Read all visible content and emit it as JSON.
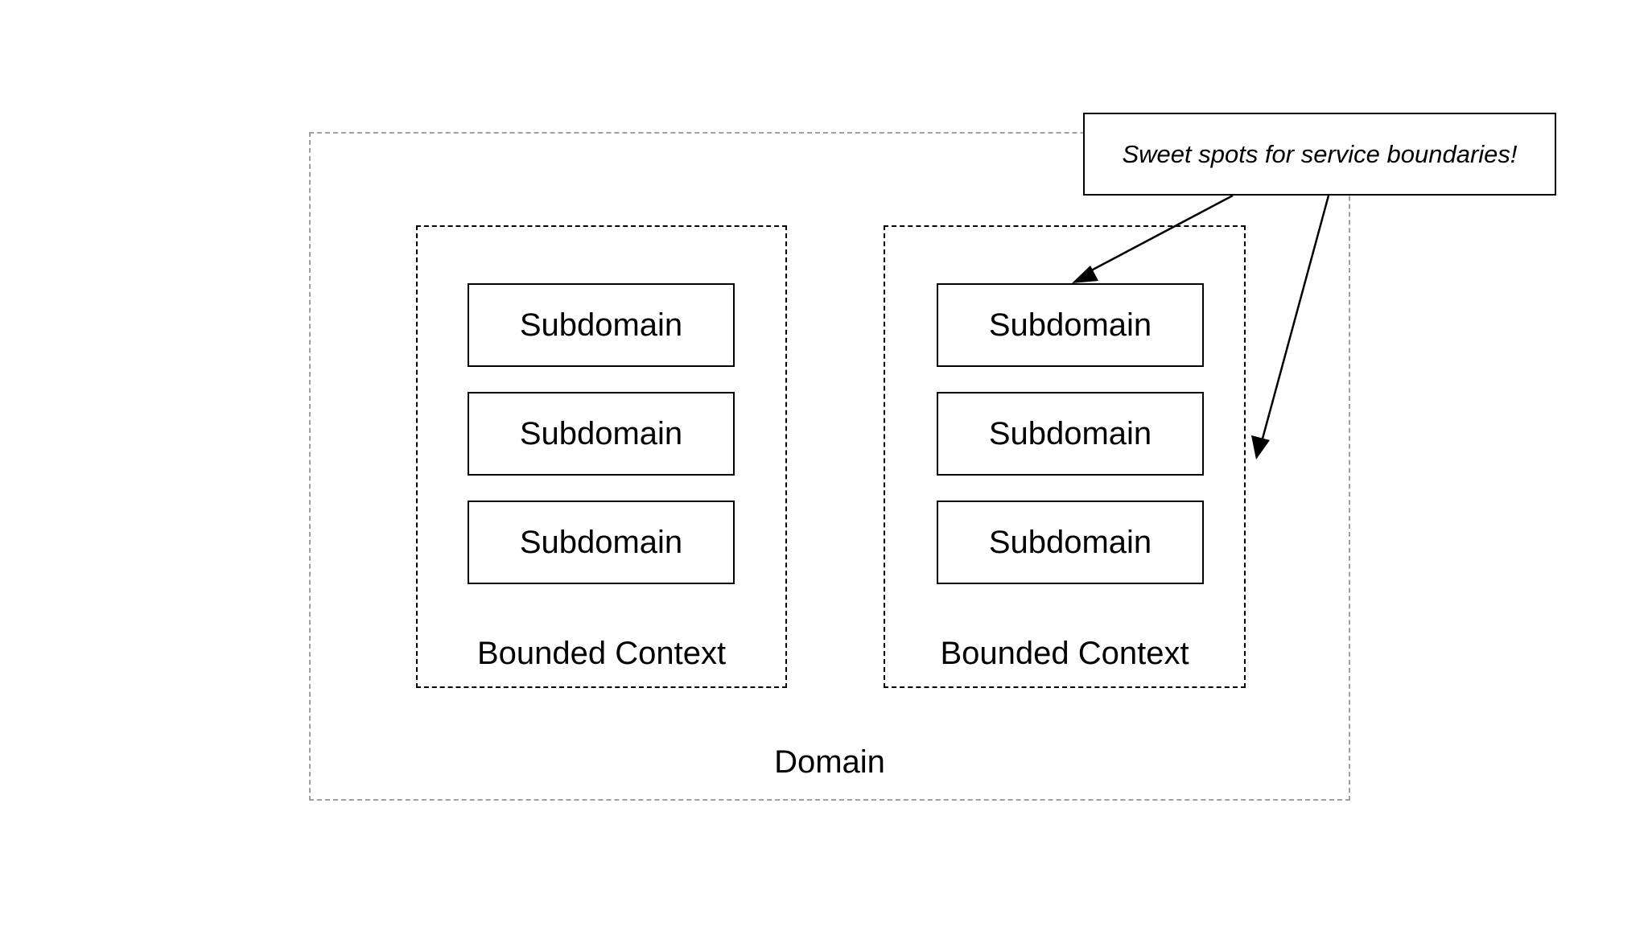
{
  "diagram": {
    "domain": {
      "label": "Domain"
    },
    "contexts": [
      {
        "label": "Bounded Context",
        "subdomains": [
          "Subdomain",
          "Subdomain",
          "Subdomain"
        ]
      },
      {
        "label": "Bounded Context",
        "subdomains": [
          "Subdomain",
          "Subdomain",
          "Subdomain"
        ]
      }
    ],
    "callout": {
      "text": "Sweet spots for service boundaries!"
    },
    "colors": {
      "domain_border": "#a0a0a0",
      "context_border": "#000000",
      "arrow": "#000000"
    }
  }
}
